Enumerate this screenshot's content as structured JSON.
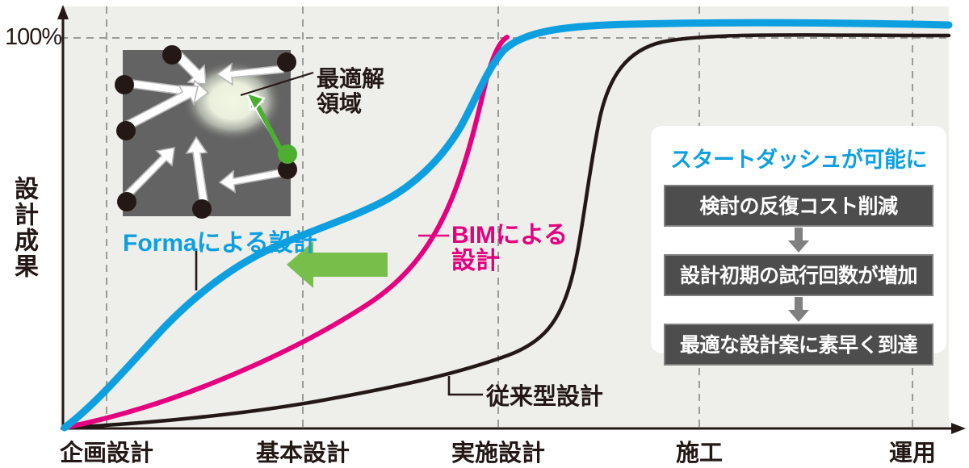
{
  "chart_data": {
    "type": "line",
    "title": "",
    "xlabel": "",
    "ylabel": "設計成果",
    "x_tick_labels": [
      "企画設計",
      "基本設計",
      "実施設計",
      "施工",
      "運用"
    ],
    "y_tick_labels": [
      "100%"
    ],
    "ylim": [
      0,
      110
    ],
    "grid": "dashed vertical at each phase, dashed horizontal at 100%",
    "legend_position": "inline annotations on curves",
    "series": [
      {
        "name": "Formaによる設計",
        "color": "#0d9fe0",
        "x": [
          0,
          5,
          10,
          14,
          20,
          26,
          32,
          38,
          44,
          50,
          56,
          62,
          68,
          74,
          80,
          88,
          100
        ],
        "values": [
          0,
          13,
          25,
          33,
          43,
          51,
          57,
          62,
          66,
          71,
          79,
          89,
          95,
          98,
          99,
          100,
          100
        ]
      },
      {
        "name": "BIMによる設計",
        "color": "#e4007f",
        "x": [
          0,
          6,
          12,
          18,
          24,
          30,
          36,
          42,
          46,
          50,
          54,
          58,
          62,
          66
        ],
        "values": [
          0,
          4,
          9,
          14,
          20,
          27,
          35,
          45,
          53,
          63,
          76,
          88,
          96,
          100
        ]
      },
      {
        "name": "従来型設計",
        "color": "#231815",
        "x": [
          0,
          10,
          20,
          30,
          40,
          48,
          54,
          58,
          62,
          66,
          70,
          74,
          78,
          84,
          92,
          100
        ],
        "values": [
          0,
          2,
          4,
          7,
          11,
          15,
          19,
          25,
          38,
          55,
          72,
          85,
          93,
          98,
          100,
          100
        ]
      }
    ],
    "annotations": [
      {
        "name": "improvement-arrow",
        "text": "",
        "color": "#78be4b",
        "meaning": "Formaによる設計はBIMによる設計より早期に成果が立ち上がる"
      },
      {
        "name": "optimal-region",
        "text": "最適解\n領域"
      }
    ]
  },
  "axis": {
    "y_max_label": "100%",
    "y_title": "設計成果",
    "x_ticks": [
      "企画設計",
      "基本設計",
      "実施設計",
      "施工",
      "運用"
    ]
  },
  "curve_labels": {
    "forma": "Formaによる設計",
    "bim": "BIMによる\n設計",
    "legacy": "従来型設計"
  },
  "inset": {
    "optimal_label": "最適解\n領域",
    "caption": "Formaによる設計",
    "dot_color": "#231815",
    "highlight_dot_color": "#4caf32",
    "panel_color": "#636363"
  },
  "info_panel": {
    "title": "スタートダッシュが可能に",
    "steps": [
      "検討の反復コスト削減",
      "設計初期の試行回数が増加",
      "最適な設計案に素早く到達"
    ]
  },
  "colors": {
    "forma": "#0d9fe0",
    "bim": "#e4007f",
    "legacy": "#231815",
    "accent_green": "#78be4b",
    "plot_background": "#eeeeea",
    "step_box": "#4d4d4d"
  }
}
